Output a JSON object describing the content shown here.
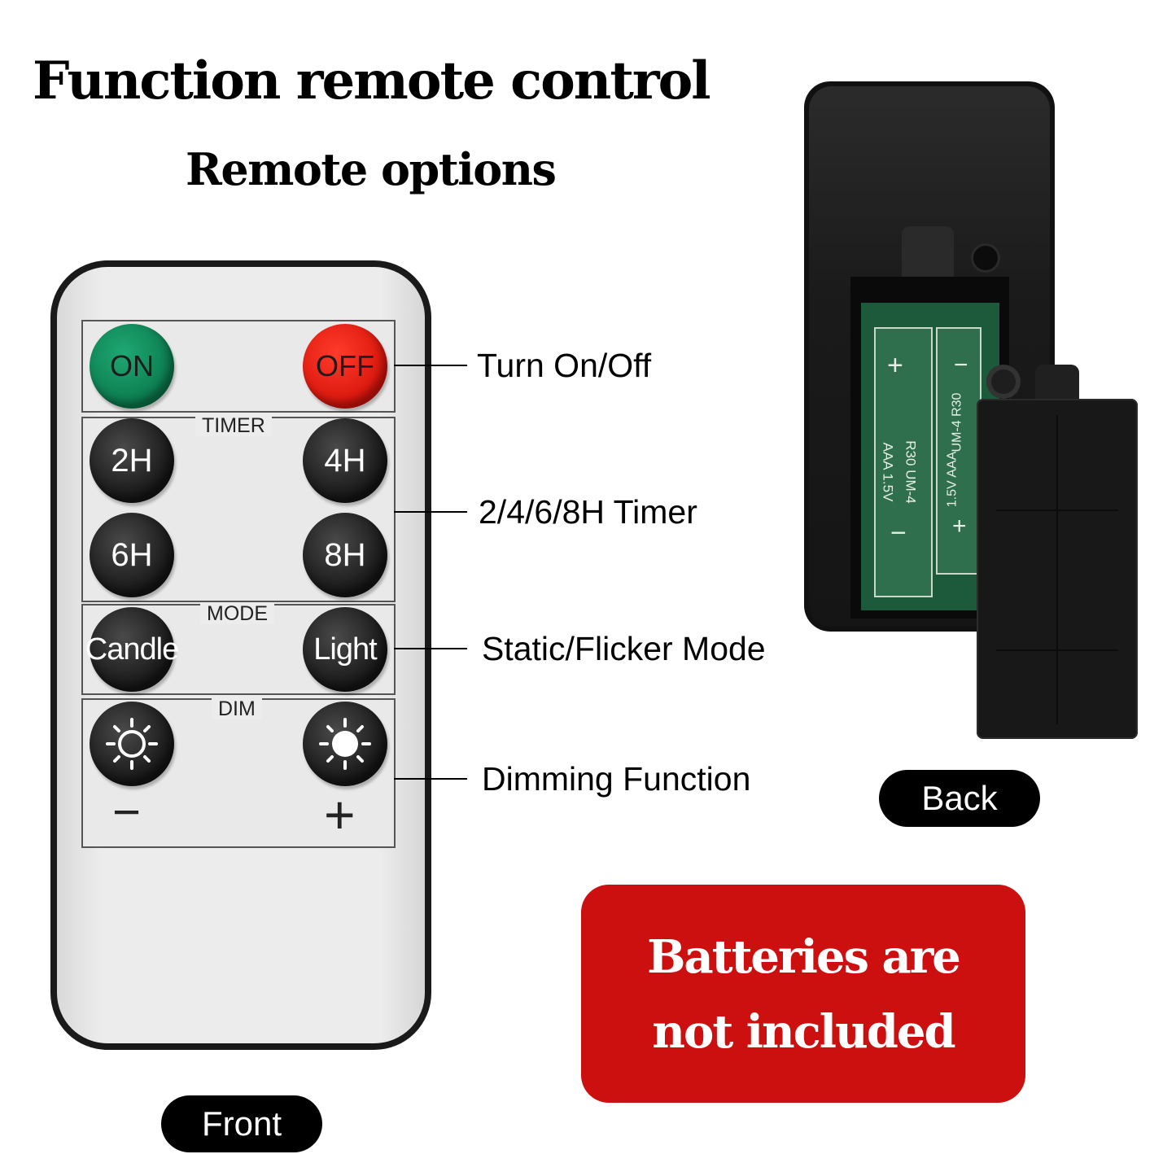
{
  "title": "Function remote control",
  "subtitle": "Remote options",
  "remote_front": {
    "power": {
      "on_label": "ON",
      "off_label": "OFF",
      "on_color": "#0b7a4d",
      "off_color": "#d8150b"
    },
    "timer": {
      "label": "TIMER",
      "buttons": [
        "2H",
        "4H",
        "6H",
        "8H"
      ]
    },
    "mode": {
      "label": "MODE",
      "buttons": [
        "Candle",
        "Light"
      ]
    },
    "dim": {
      "label": "DIM",
      "minus_symbol": "−",
      "plus_symbol": "+",
      "buttons": [
        "sun-dim-icon",
        "sun-bright-icon"
      ]
    }
  },
  "callouts": [
    "Turn On/Off",
    "2/4/6/8H Timer",
    "Static/Flicker Mode",
    "Dimming Function"
  ],
  "labels": {
    "front": "Front",
    "back": "Back"
  },
  "battery": {
    "left_cell": {
      "plus": "+",
      "model": "R30  UM-4",
      "type": "AAA  1.5V",
      "minus": "−"
    },
    "right_cell": {
      "minus": "−",
      "model": "UM-4  R30",
      "type": "1.5V  AAA",
      "plus": "+"
    }
  },
  "notice": {
    "line1": "Batteries are",
    "line2": "not included",
    "bg_color": "#cc1010"
  }
}
